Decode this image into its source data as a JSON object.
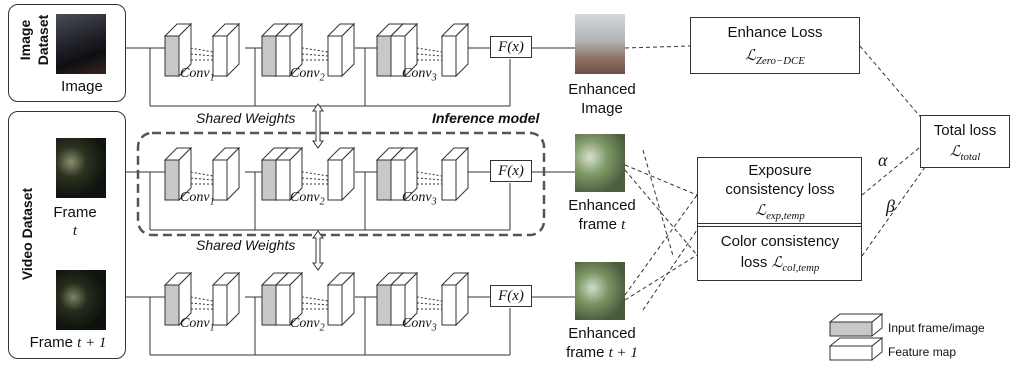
{
  "image_dataset": {
    "title": "Image Dataset",
    "title_line1": "Image",
    "title_line2": "Dataset",
    "image_label": "Image"
  },
  "video_dataset": {
    "title": "Video Dataset",
    "frame_t_label": "Frame",
    "frame_t_var": "t",
    "frame_t1_label": "Frame",
    "frame_t1_var": "t + 1"
  },
  "network": {
    "conv_base": "Conv",
    "conv1_sub": "1",
    "conv2_sub": "2",
    "conv3_sub": "3",
    "fx_label": "F(x)",
    "shared_weights_top": "Shared Weights",
    "shared_weights_bottom": "Shared Weights",
    "inference_model": "Inference model"
  },
  "outputs": {
    "enhanced_image": "Enhanced Image",
    "enhanced_image_l1": "Enhanced",
    "enhanced_image_l2": "Image",
    "enhanced_frame_t_l1": "Enhanced",
    "enhanced_frame_t_l2": "frame",
    "enhanced_frame_t_var": "t",
    "enhanced_frame_t1_l1": "Enhanced",
    "enhanced_frame_t1_l2": "frame",
    "enhanced_frame_t1_var": "t + 1"
  },
  "losses": {
    "enhance_loss_title": "Enhance Loss",
    "enhance_loss_sym": "ℒ",
    "enhance_loss_sub": "Zero−DCE",
    "exposure_l1": "Exposure",
    "exposure_l2": "consistency loss",
    "exposure_sym": "ℒ",
    "exposure_sub": "exp,temp",
    "color_l1": "Color consistency",
    "color_l2": "loss",
    "color_sym": "ℒ",
    "color_sub": "col,temp",
    "total_title": "Total loss",
    "total_sym": "ℒ",
    "total_sub": "total",
    "alpha": "α",
    "beta": "β"
  },
  "legend": {
    "input_label": "Input frame/image",
    "feature_label": "Feature map",
    "input_color": "#c8c8c8",
    "feature_color": "#ffffff"
  }
}
